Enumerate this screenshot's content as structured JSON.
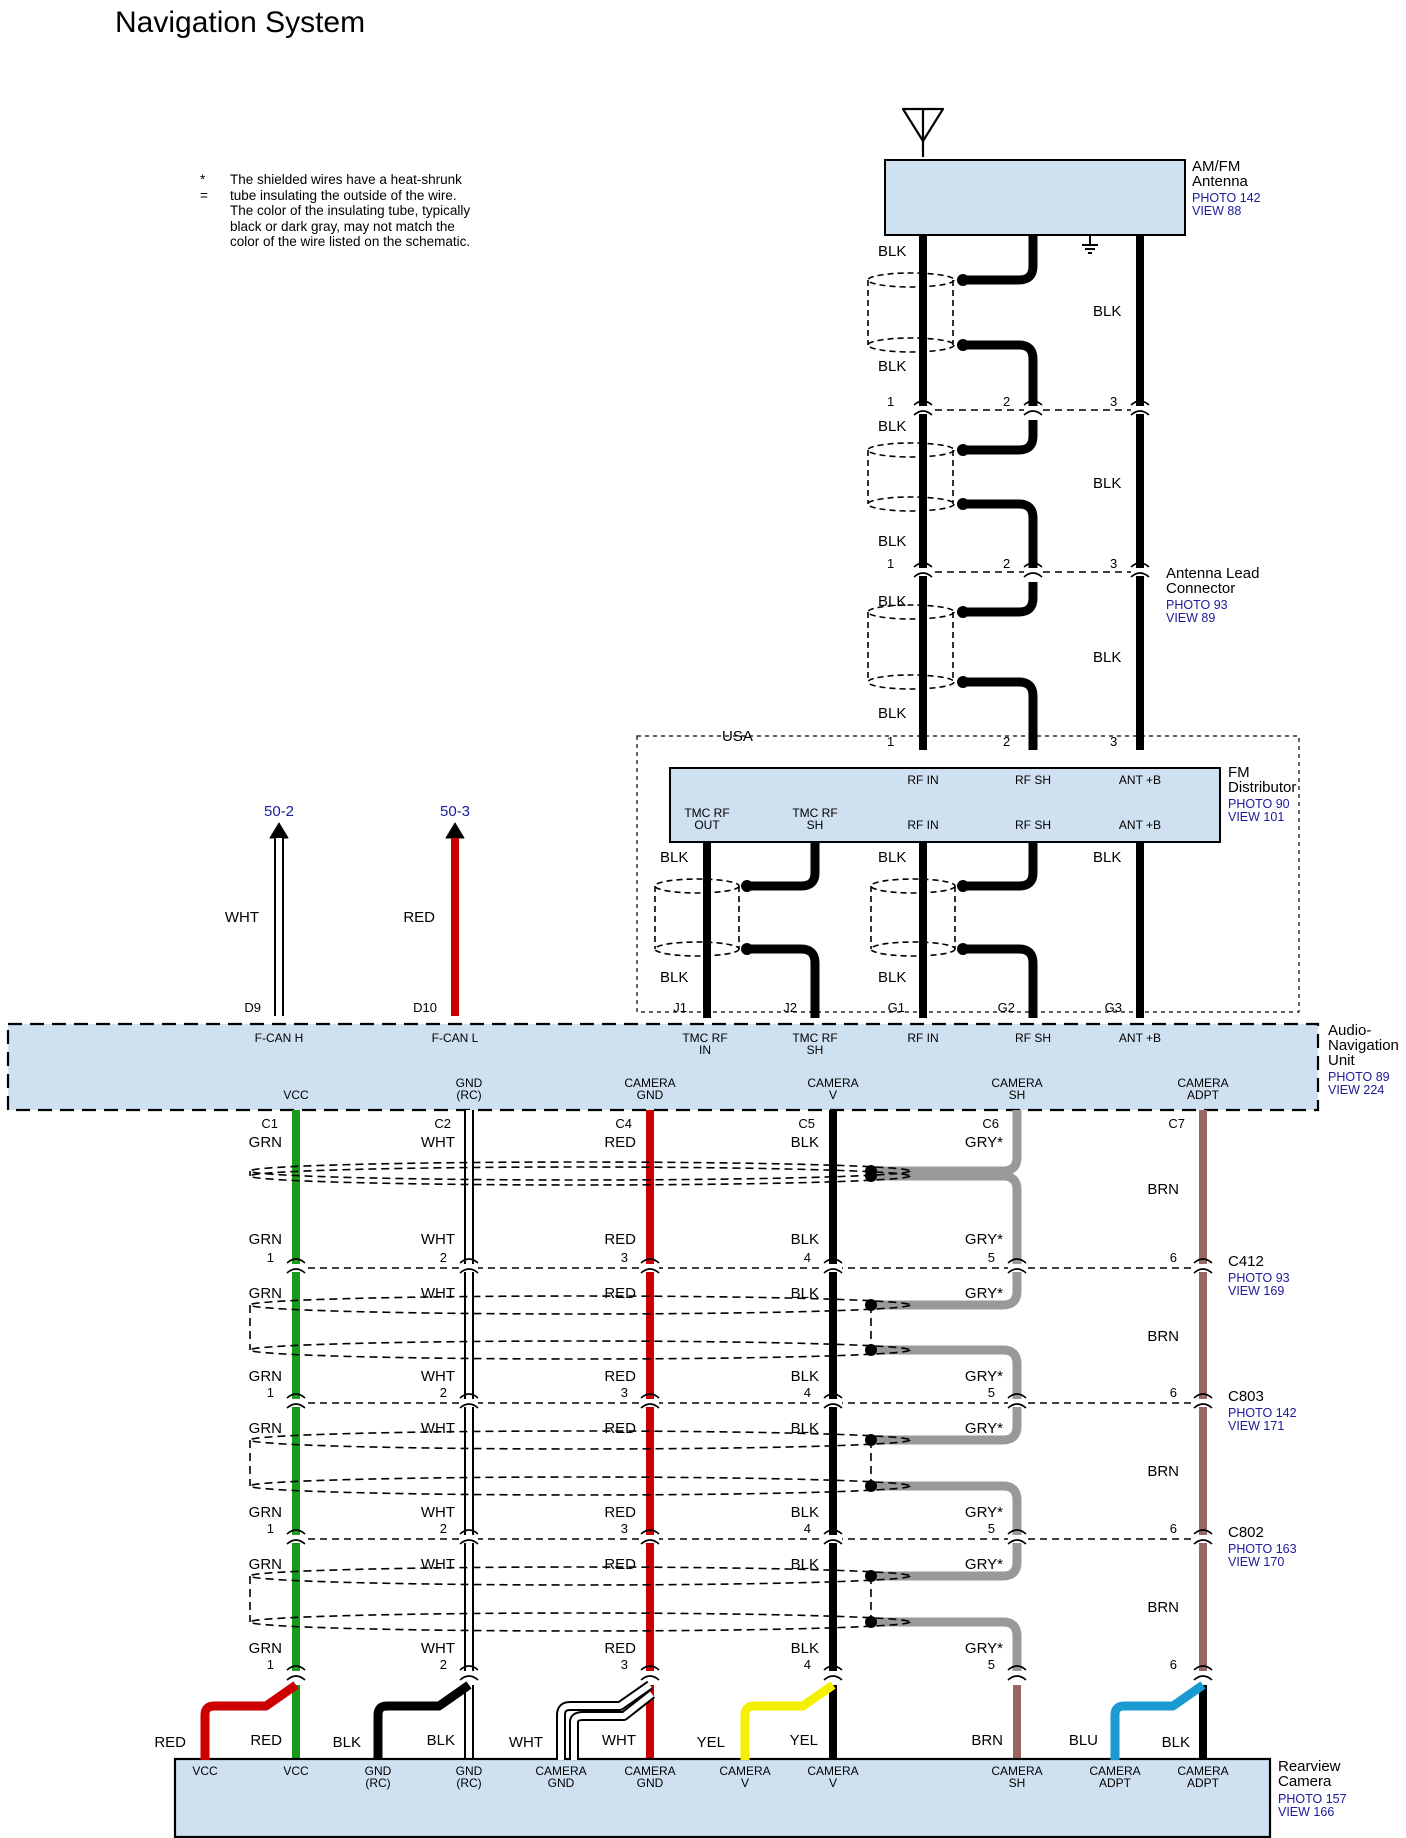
{
  "title": "Navigation System",
  "note": {
    "star": "* =",
    "text": "The shielded wires have a heat-shrunk\ntube insulating the outside of the wire.\nThe color of the insulating tube, typically\nblack or dark gray, may not match the\ncolor of the wire listed on the schematic."
  },
  "colors": {
    "box_fill": "#cfe0f0",
    "wire_black": "#000000",
    "wire_red": "#cc0000",
    "wire_green": "#1a9a1a",
    "wire_yellow": "#f5ef00",
    "wire_gray": "#999999",
    "wire_brown": "#9a6663",
    "wire_blue": "#1a9ad0",
    "ref_blue": "#1a1a9a"
  },
  "antenna": {
    "name": [
      "AM/FM",
      "Antenna"
    ],
    "refs": [
      "PHOTO 142",
      "VIEW 88"
    ]
  },
  "antenna_lead": {
    "name": [
      "Antenna Lead",
      "Connector"
    ],
    "refs": [
      "PHOTO 93",
      "VIEW 89"
    ]
  },
  "fm_distributor": {
    "name": [
      "FM",
      "Distributor"
    ],
    "refs": [
      "PHOTO 90",
      "VIEW 101"
    ],
    "region": "USA",
    "top_pins": [
      "RF IN",
      "RF SH",
      "ANT +B"
    ],
    "bottom_pins": [
      [
        "TMC RF",
        "OUT"
      ],
      [
        "TMC RF",
        "SH"
      ],
      [
        "RF IN"
      ],
      [
        "RF SH"
      ],
      [
        "ANT +B"
      ]
    ]
  },
  "antenna_wire_labels": [
    "BLK",
    "BLK",
    "BLK",
    "BLK",
    "BLK",
    "BLK",
    "BLK",
    "BLK",
    "BLK"
  ],
  "antenna_pin_numbers": [
    "1",
    "2",
    "3"
  ],
  "fm_lower_labels": [
    "BLK",
    "BLK",
    "BLK",
    "BLK",
    "BLK"
  ],
  "arrows": [
    {
      "ref": "50-2",
      "color_label": "WHT",
      "pin": "D9"
    },
    {
      "ref": "50-3",
      "color_label": "RED",
      "pin": "D10"
    }
  ],
  "anu": {
    "name": [
      "Audio-",
      "Navigation",
      "Unit"
    ],
    "refs": [
      "PHOTO 89",
      "VIEW 224"
    ],
    "top_terminals": [
      [
        "F-CAN H"
      ],
      [
        "F-CAN L"
      ],
      [
        "TMC RF",
        "IN"
      ],
      [
        "TMC RF",
        "SH"
      ],
      [
        "RF IN"
      ],
      [
        "RF SH"
      ],
      [
        "ANT +B"
      ]
    ],
    "top_pin_ids": [
      "D9",
      "D10",
      "J1",
      "J2",
      "G1",
      "G2",
      "G3"
    ],
    "bottom_terminals": [
      [
        "VCC"
      ],
      [
        "GND",
        "(RC)"
      ],
      [
        "CAMERA",
        "GND"
      ],
      [
        "CAMERA",
        "V"
      ],
      [
        "CAMERA",
        "SH"
      ],
      [
        "CAMERA",
        "ADPT"
      ]
    ],
    "bottom_pin_ids": [
      "C1",
      "C2",
      "C4",
      "C5",
      "C6",
      "C7"
    ]
  },
  "camera_wire_labels": [
    "GRN",
    "WHT",
    "RED",
    "BLK",
    "GRY*",
    "BRN"
  ],
  "camera_pin_numbers": [
    "1",
    "2",
    "3",
    "4",
    "5",
    "6"
  ],
  "connectors": [
    {
      "name": "C412",
      "refs": [
        "PHOTO 93",
        "VIEW 169"
      ]
    },
    {
      "name": "C803",
      "refs": [
        "PHOTO 142",
        "VIEW 171"
      ]
    },
    {
      "name": "C802",
      "refs": [
        "PHOTO 163",
        "VIEW 170"
      ]
    }
  ],
  "rearview_camera": {
    "name": [
      "Rearview",
      "Camera"
    ],
    "refs": [
      "PHOTO 157",
      "VIEW 166"
    ],
    "terminals": [
      [
        "VCC"
      ],
      [
        "VCC"
      ],
      [
        "GND",
        "(RC)"
      ],
      [
        "GND",
        "(RC)"
      ],
      [
        "CAMERA",
        "GND"
      ],
      [
        "CAMERA",
        "GND"
      ],
      [
        "CAMERA",
        "V"
      ],
      [
        "CAMERA",
        "V"
      ],
      [
        "CAMERA",
        "SH"
      ],
      [
        "CAMERA",
        "ADPT"
      ],
      [
        "CAMERA",
        "ADPT"
      ]
    ],
    "pigtail_labels": [
      "RED",
      "RED",
      "BLK",
      "BLK",
      "WHT",
      "WHT",
      "YEL",
      "YEL",
      "BRN",
      "BLU",
      "BLK"
    ]
  }
}
